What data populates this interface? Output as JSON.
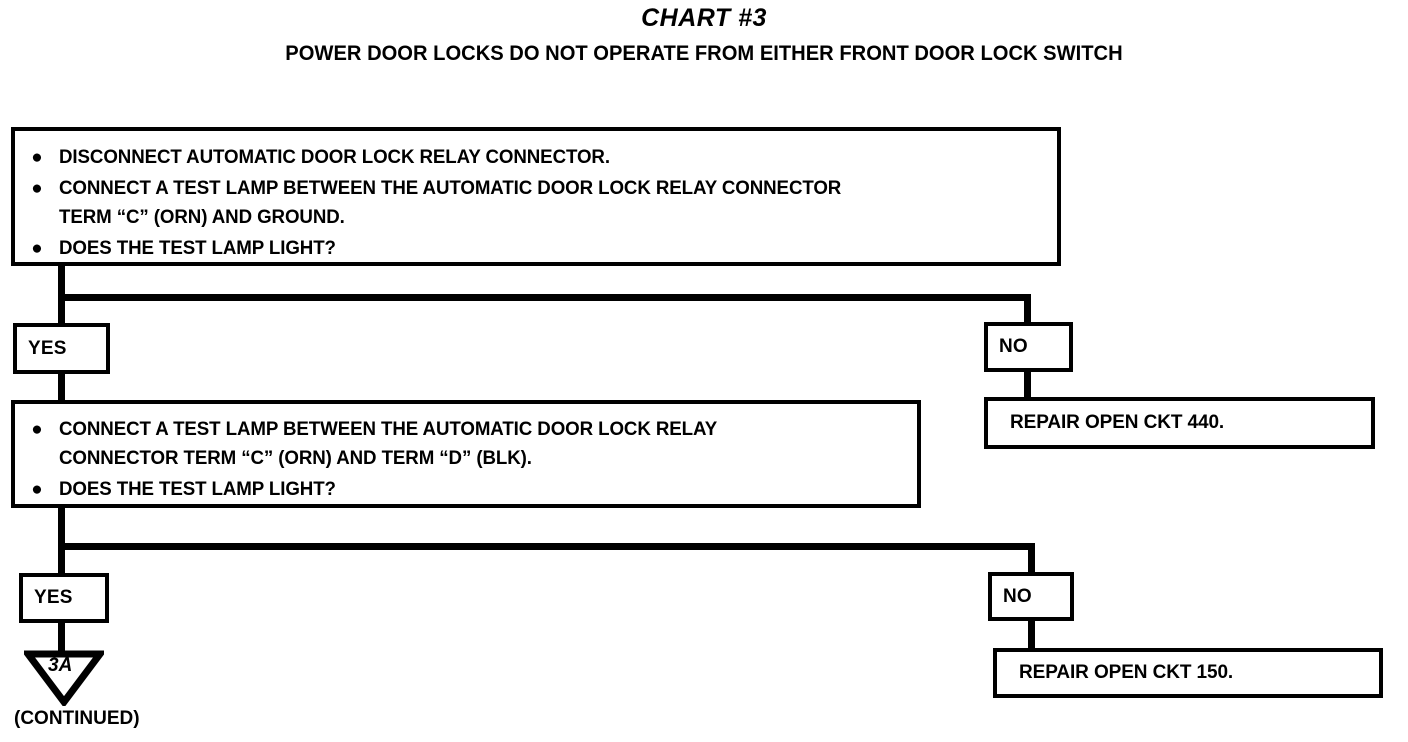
{
  "chart": {
    "title": "CHART #3",
    "subtitle": "POWER DOOR LOCKS DO NOT OPERATE FROM EITHER FRONT DOOR LOCK SWITCH"
  },
  "step1": {
    "bullets": [
      "DISCONNECT AUTOMATIC DOOR LOCK RELAY CONNECTOR.",
      "CONNECT A TEST LAMP BETWEEN THE AUTOMATIC DOOR LOCK RELAY CONNECTOR\nTERM “C” (ORN) AND GROUND.",
      "DOES THE TEST LAMP LIGHT?"
    ],
    "bullet_glyph": "●"
  },
  "branch1": {
    "yes_label": "YES",
    "no_label": "NO",
    "no_action": "REPAIR OPEN CKT 440."
  },
  "step2": {
    "bullets": [
      "CONNECT A TEST LAMP BETWEEN THE AUTOMATIC DOOR LOCK RELAY\nCONNECTOR TERM “C” (ORN) AND TERM “D” (BLK).",
      "DOES THE TEST LAMP LIGHT?"
    ],
    "bullet_glyph": "●"
  },
  "branch2": {
    "yes_label": "YES",
    "no_label": "NO",
    "no_action": "REPAIR OPEN CKT 150."
  },
  "offpage": {
    "marker": "3A",
    "caption": "(CONTINUED)"
  },
  "colors": {
    "ink": "#000000",
    "paper": "#ffffff"
  }
}
